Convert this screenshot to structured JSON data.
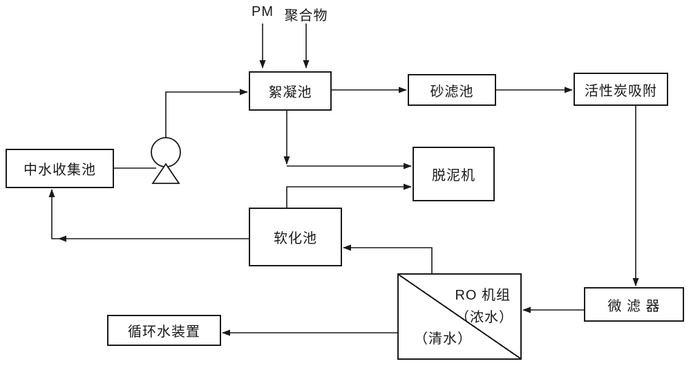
{
  "diagram": {
    "inputs": {
      "pm": "PM",
      "polymer": "聚合物"
    },
    "nodes": {
      "flocculation": "絮凝池",
      "sand_filter": "砂滤池",
      "activated_carbon": "活性炭吸附",
      "water_collection": "中水收集池",
      "desludge": "脱泥机",
      "softening": "软化池",
      "ro_title": "RO 机组",
      "ro_concentrate": "（浓水）",
      "ro_clear": "（清水）",
      "microfilter": "微 滤 器",
      "circulating": "循环水装置"
    },
    "flows": [
      {
        "from": "pm",
        "to": "flocculation"
      },
      {
        "from": "polymer",
        "to": "flocculation"
      },
      {
        "from": "water_collection",
        "to": "pump"
      },
      {
        "from": "pump",
        "to": "flocculation"
      },
      {
        "from": "flocculation",
        "to": "sand_filter"
      },
      {
        "from": "sand_filter",
        "to": "activated_carbon"
      },
      {
        "from": "activated_carbon",
        "to": "microfilter"
      },
      {
        "from": "flocculation",
        "to": "desludge"
      },
      {
        "from": "softening",
        "to": "desludge"
      },
      {
        "from": "ro_unit",
        "to": "softening"
      },
      {
        "from": "softening",
        "to": "water_collection"
      },
      {
        "from": "microfilter",
        "to": "ro_unit"
      },
      {
        "from": "ro_unit_clear",
        "to": "circulating"
      }
    ],
    "colors": {
      "ink": "#1a1a1a",
      "background": "#ffffff"
    }
  }
}
